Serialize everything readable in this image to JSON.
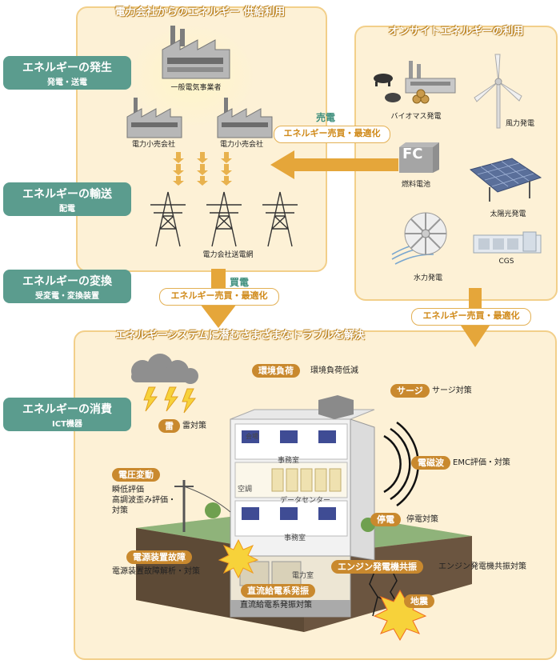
{
  "headers": {
    "supply": "電力会社からのエネルギー 供給利用",
    "onsite": "オンサイトエネルギーの利用",
    "system": "エネルギーシステムに潜むさまざまなトラブルを解決"
  },
  "stages": [
    {
      "title": "エネルギーの発生",
      "sub": "発電・送電"
    },
    {
      "title": "エネルギーの輸送",
      "sub": "配電"
    },
    {
      "title": "エネルギーの変換",
      "sub": "受変電・変換装置"
    },
    {
      "title": "エネルギーの消費",
      "sub": "ICT機器"
    }
  ],
  "supply_labels": {
    "utility": "一般電気事業者",
    "retail1": "電力小売会社",
    "retail2": "電力小売会社",
    "grid": "電力会社送電網"
  },
  "onsite_labels": {
    "biomass": "バイオマス発電",
    "wind": "風力発電",
    "fc_mark": "FC",
    "fuel_cell": "燃料電池",
    "solar": "太陽光発電",
    "hydro": "水力発電",
    "cgs": "CGS"
  },
  "flows": {
    "sell": "売電",
    "buy": "買電",
    "optimize1": "エネルギー売買・最適化",
    "optimize2": "エネルギー売買・最適化",
    "optimize3": "エネルギー売買・最適化"
  },
  "building": {
    "office_top": "事務室",
    "aircon": "空調",
    "datacenter": "データセンター",
    "office_bottom": "事務室",
    "power_room": "電力室",
    "box": "会場"
  },
  "troubles": [
    {
      "tag": "環境負荷",
      "note": "環境負荷低減"
    },
    {
      "tag": "サージ",
      "note": "サージ対策"
    },
    {
      "tag": "雷",
      "note": "雷対策"
    },
    {
      "tag": "電磁波",
      "note": "EMC評価・対策"
    },
    {
      "tag": "電圧変動",
      "note": "瞬低評価\n高調波歪み評価・\n対策"
    },
    {
      "tag": "停電",
      "note": "停電対策"
    },
    {
      "tag": "電源装置故障",
      "note": "電源装置故障解析・対策"
    },
    {
      "tag": "エンジン発電機共振",
      "note": "エンジン発電機共振対策"
    },
    {
      "tag": "直流給電系発振",
      "note": "直流給電系発振対策"
    },
    {
      "tag": "地震",
      "note": ""
    }
  ],
  "colors": {
    "panel": "#fdf1d6",
    "panel_border": "#f2cf8a",
    "teal": "#5b9c8e",
    "tag": "#c9892e",
    "arrow": "#e2a53a"
  }
}
